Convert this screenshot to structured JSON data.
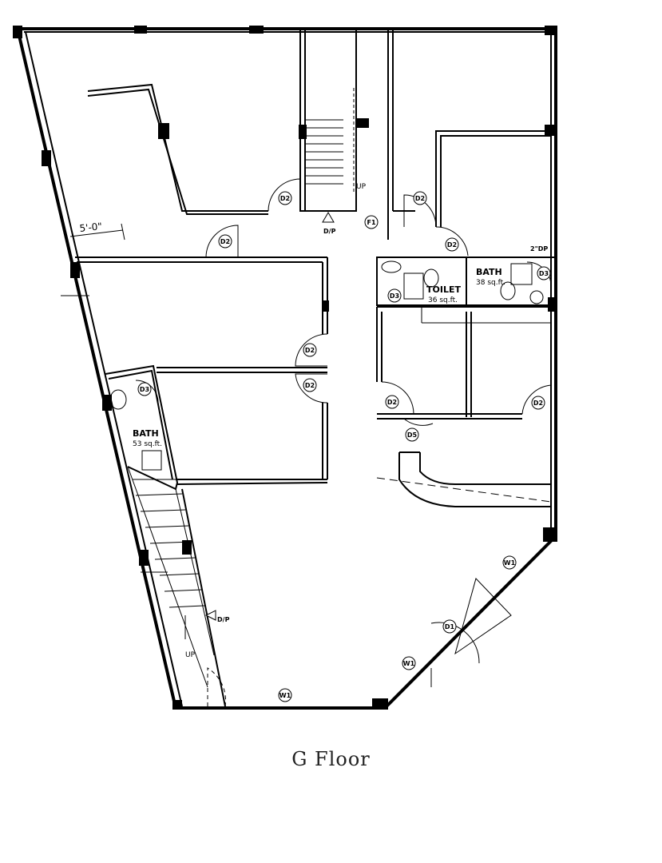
{
  "caption": "G Floor",
  "door_tags": {
    "d1": "D1",
    "d2": "D2",
    "d3": "D3",
    "d5": "D5",
    "f1": "F1"
  },
  "window_tags": {
    "w1": "W1"
  },
  "rooms": {
    "bath_left": {
      "name": "BATH",
      "area": "53 sq.ft."
    },
    "bath_right": {
      "name": "BATH",
      "area": "38 sq.ft."
    },
    "toilet": {
      "name": "TOILET",
      "area": "36 sq.ft."
    }
  },
  "stairs": {
    "up_label": "UP",
    "dp_label": "D/P",
    "dp2_label": "2\"DP"
  },
  "dimension": "5'-0\"",
  "colors": {
    "line": "#000000",
    "background": "#ffffff"
  }
}
